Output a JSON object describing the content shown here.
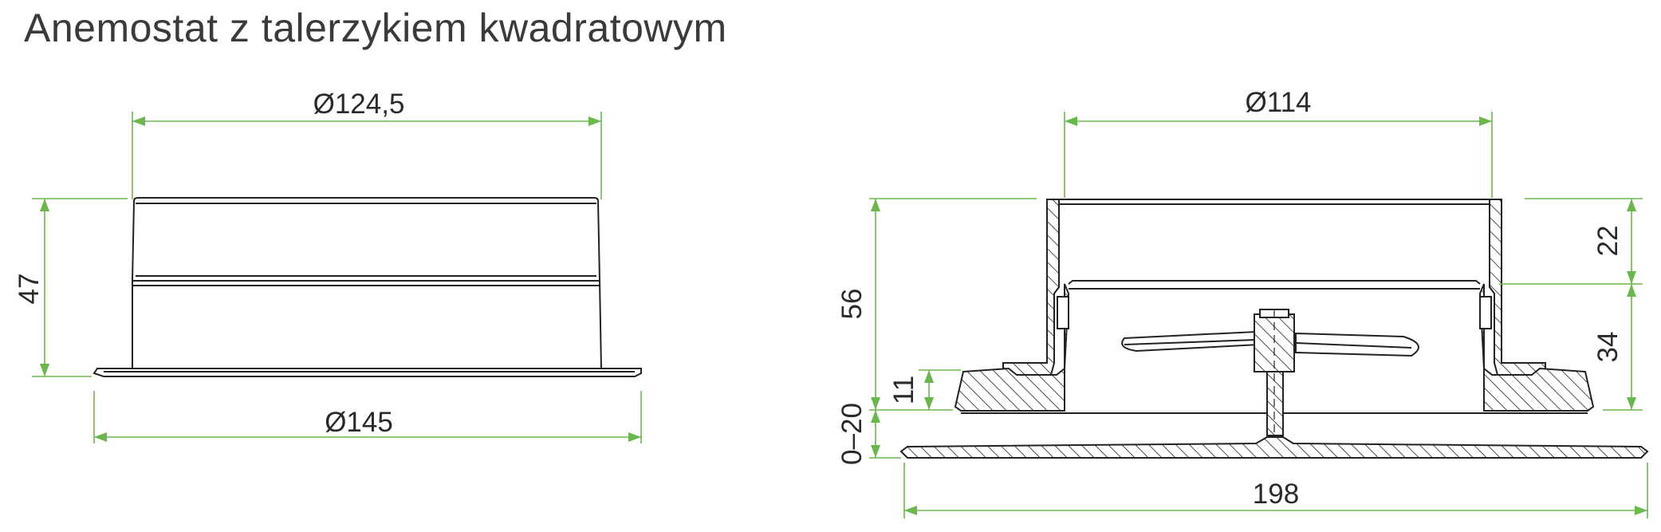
{
  "title": "Anemostat z talerzykiem kwadratowym",
  "colors": {
    "dimension_line": "#6ab84c",
    "outline": "#222222",
    "text": "#2a2a2a"
  },
  "left_view": {
    "top_diameter": "Ø124,5",
    "height": "47",
    "flange_diameter": "Ø145"
  },
  "right_view": {
    "inner_diameter": "Ø114",
    "total_height": "56",
    "upper_height": "22",
    "lower_height": "34",
    "cone_height": "11",
    "gap_range": "0–20",
    "plate_width": "198"
  }
}
